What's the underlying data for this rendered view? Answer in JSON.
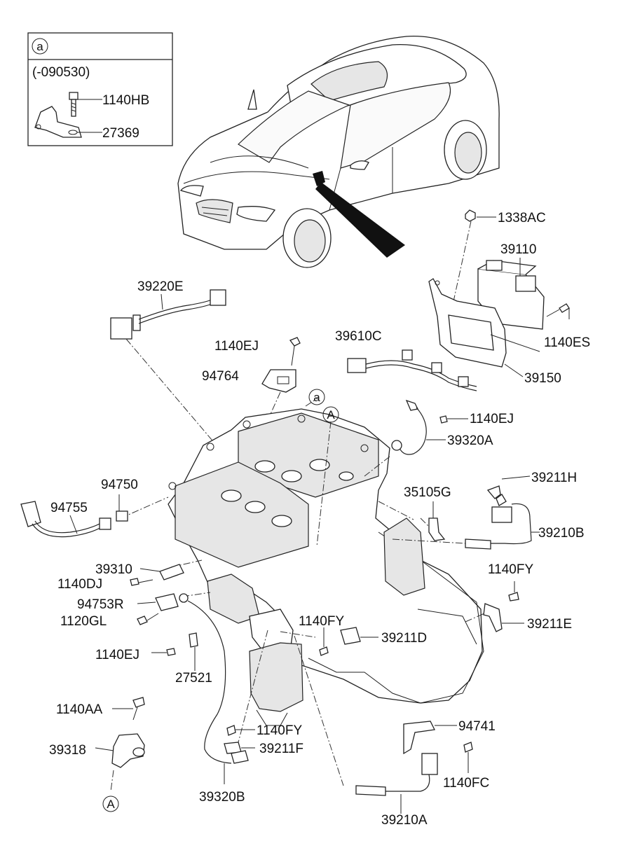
{
  "inset": {
    "marker": "a",
    "date_range": "(-090530)",
    "parts": [
      "1140HB",
      "27369"
    ]
  },
  "refs": {
    "a": "a",
    "A": "A"
  },
  "labels": {
    "p1338AC": "1338AC",
    "p39110": "39110",
    "p39220E": "39220E",
    "p1140ES": "1140ES",
    "p1140EJ_top": "1140EJ",
    "p39610C": "39610C",
    "p94764": "94764",
    "p39150": "39150",
    "p1140EJ_mid": "1140EJ",
    "p39320A": "39320A",
    "p94750": "94750",
    "p94755": "94755",
    "p39211H": "39211H",
    "p35105G": "35105G",
    "p39210B": "39210B",
    "p39310": "39310",
    "p1140DJ": "1140DJ",
    "p1140FY_right": "1140FY",
    "p94753R": "94753R",
    "p1120GL": "1120GL",
    "p39211E": "39211E",
    "p1140FY_mid": "1140FY",
    "p39211D": "39211D",
    "p1140EJ_low": "1140EJ",
    "p27521": "27521",
    "p1140AA": "1140AA",
    "p1140FY_low": "1140FY",
    "p94741": "94741",
    "p39318": "39318",
    "p39211F": "39211F",
    "p1140FC": "1140FC",
    "p39320B": "39320B",
    "p39210A": "39210A"
  }
}
